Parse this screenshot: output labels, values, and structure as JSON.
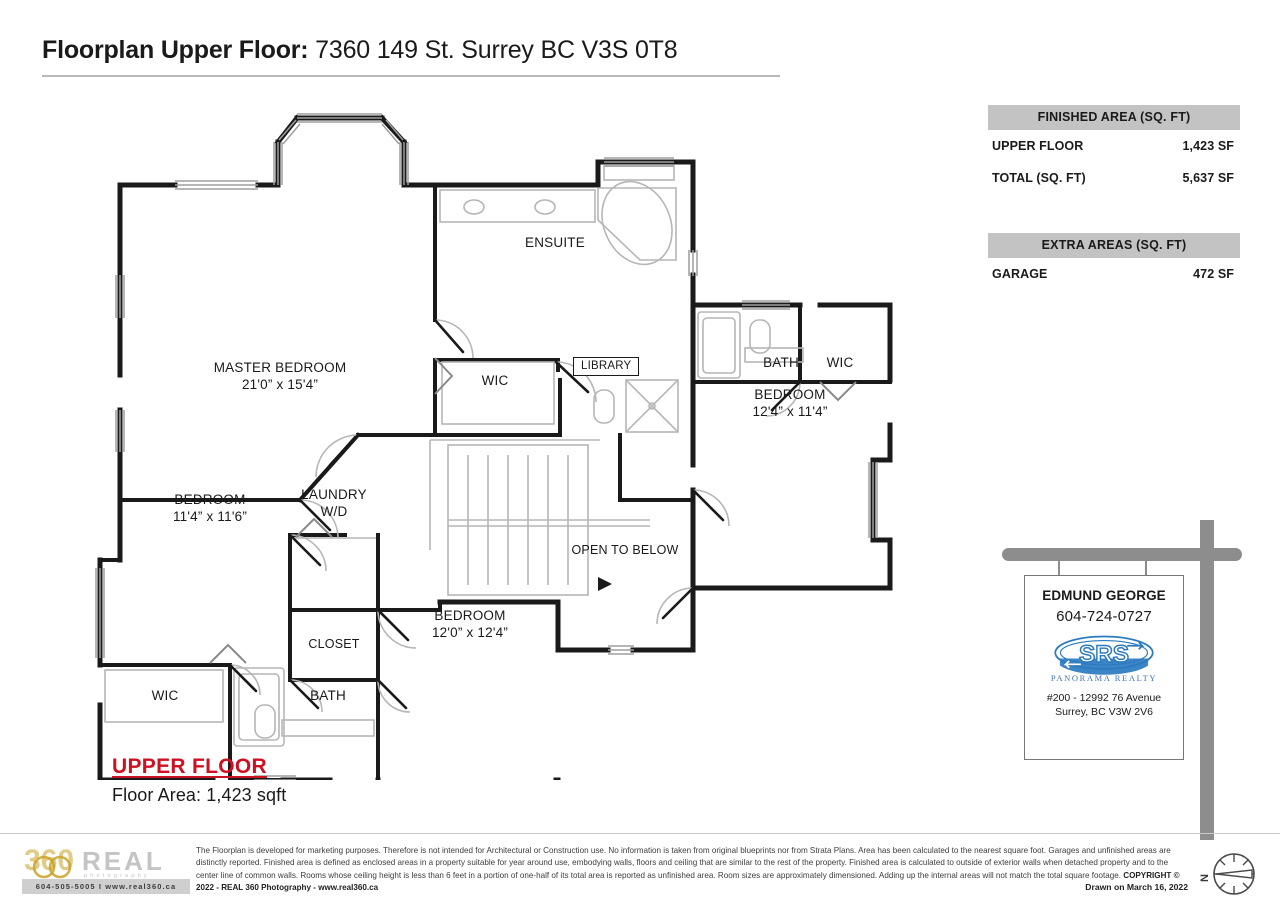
{
  "header": {
    "title_prefix": "Floorplan Upper Floor:",
    "address": "7360 149 St. Surrey BC  V3S 0T8"
  },
  "finished_area_table": {
    "heading": "FINISHED AREA (SQ. FT)",
    "rows": [
      {
        "label": "UPPER FLOOR",
        "value": "1,423 SF"
      },
      {
        "label": "TOTAL (SQ. FT)",
        "value": "5,637 SF"
      }
    ]
  },
  "extra_area_table": {
    "heading": "EXTRA AREAS (SQ. FT)",
    "rows": [
      {
        "label": "GARAGE",
        "value": "472 SF"
      }
    ]
  },
  "floor_caption": {
    "title": "UPPER FLOOR",
    "subtitle": "Floor Area: 1,423 sqft",
    "title_color": "#cc1122"
  },
  "realtor_sign": {
    "agent_name": "EDMUND GEORGE",
    "phone": "604-724-0727",
    "brokerage_logo_text": "SRS",
    "brokerage_sub": "PANORAMA REALTY",
    "address_line1": "#200 - 12992 76 Avenue",
    "address_line2": "Surrey, BC V3W 2V6",
    "brand_color": "#2a7ac0"
  },
  "footer": {
    "logo_360": "360",
    "logo_real": "R E A L",
    "logo_photography": "p h o t o g r a p h y",
    "logo_contact": "604-505-5005 I www.real360.ca",
    "disclaimer": "The Floorplan is developed for marketing purposes. Therefore is not intended for Architectural or Construction use. No information is taken from original blueprints nor from Strata Plans. Area has been calculated to the nearest square foot. Garages and unfinished areas are distinctly reported. Finished area is defined as enclosed areas in a property suitable for year around use, embodying walls, floors and ceiling that are similar to the rest of the property. Finished area is calculated to outside of exterior walls when detached property and to the center line of common walls. Rooms whose ceiling height is less than 6 feet  in a portion of one-half of its total area is reported as unfinished area. Room sizes are approximately dimensioned. Adding up the internal areas will not match the total square footage. ",
    "copyright": "COPYRIGHT © 2022 - REAL 360 Photography - www.real360.ca",
    "drawn_on": "Drawn on March 16, 2022",
    "compass_label": "N"
  },
  "floorplan": {
    "rooms": [
      {
        "name": "MASTER BEDROOM",
        "dimensions": "21'0\" x 15'4\""
      },
      {
        "name": "ENSUITE",
        "dimensions": ""
      },
      {
        "name": "WIC",
        "dimensions": ""
      },
      {
        "name": "BATH",
        "dimensions": ""
      },
      {
        "name": "WIC",
        "dimensions": ""
      },
      {
        "name": "BEDROOM",
        "dimensions": "12'4\" x 11'4\""
      },
      {
        "name": "BEDROOM",
        "dimensions": "11'4\" x 11'6\""
      },
      {
        "name": "LAUNDRY",
        "dimensions": "W/D"
      },
      {
        "name": "CLOSET",
        "dimensions": ""
      },
      {
        "name": "WIC",
        "dimensions": ""
      },
      {
        "name": "BATH",
        "dimensions": ""
      },
      {
        "name": "BEDROOM",
        "dimensions": "12'0\" x 12'4\""
      },
      {
        "name": "OPEN TO BELOW",
        "dimensions": ""
      },
      {
        "name": "LIBRARY",
        "dimensions": ""
      }
    ],
    "labels": {
      "master_bedroom": "MASTER BEDROOM",
      "master_bedroom_dim": "21'0” x 15'4”",
      "ensuite": "ENSUITE",
      "wic_master": "WIC",
      "library": "LIBRARY",
      "bath_upper_right": "BATH",
      "wic_upper_right": "WIC",
      "bedroom_right": "BEDROOM",
      "bedroom_right_dim": "12'4” x 11'4”",
      "bedroom_left": "BEDROOM",
      "bedroom_left_dim": "11'4” x 11'6”",
      "laundry": "LAUNDRY",
      "laundry_sub": "W/D",
      "closet": "CLOSET",
      "wic_lower_left": "WIC",
      "bath_lower": "BATH",
      "bedroom_bottom": "BEDROOM",
      "bedroom_bottom_dim": "12'0” x 12'4”",
      "open_to_below": "OPEN TO BELOW"
    }
  }
}
